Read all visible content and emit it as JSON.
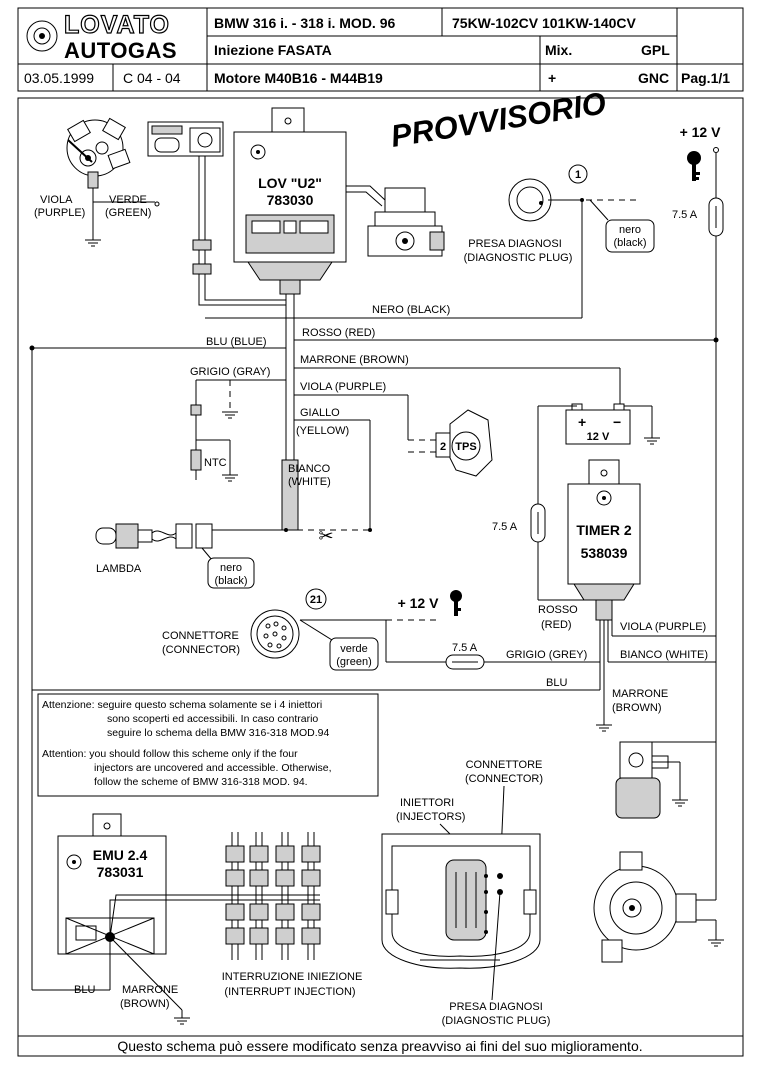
{
  "header": {
    "brand_top": "LOVATO",
    "brand_bottom": "AUTOGAS",
    "vehicle": "BMW  316 i. - 318 i.  MOD.  96",
    "power": "75KW-102CV 101KW-140CV",
    "injection": "Iniezione  FASATA",
    "mix": "Mix.",
    "fuel_gpl": "GPL",
    "date": "03.05.1999",
    "code": "C 04 - 04",
    "engine": "Motore M40B16 - M44B19",
    "plus": "+",
    "fuel_gnc": "GNC",
    "page": "Pag.1/1"
  },
  "stamp": "PROVVISORIO",
  "components": {
    "lov_name": "LOV \"U2\"",
    "lov_code": "783030",
    "timer_name": "TIMER 2",
    "timer_code": "538039",
    "emu_name": "EMU 2.4",
    "emu_code": "783031",
    "battery": "12 V",
    "battery_plus": "+",
    "battery_minus": "−",
    "tps": "TPS",
    "tps_pin": "2",
    "ntc": "NTC",
    "diag_number": "1",
    "connector_number": "21"
  },
  "labels": {
    "v12_top": "+ 12 V",
    "v12_mid": "+ 12 V",
    "fuse_top": "7.5 A",
    "fuse_timer": "7.5 A",
    "fuse_grey": "7.5 A",
    "viola_purple_1": "VIOLA",
    "viola_purple_2": "(PURPLE)",
    "verde_green_1": "VERDE",
    "verde_green_2": "(GREEN)",
    "presa_diagnosi_1": "PRESA DIAGNOSI",
    "presa_diagnosi_2": "(DIAGNOSTIC PLUG)",
    "nero_black_diag_1": "nero",
    "nero_black_diag_2": "(black)",
    "nero_black_wire": "NERO (BLACK)",
    "rosso_red_wire": "ROSSO (RED)",
    "blu_blue_wire": "BLU (BLUE)",
    "marrone_brown_wire": "MARRONE (BROWN)",
    "grigio_gray_wire": "GRIGIO (GRAY)",
    "viola_purple_wire": "VIOLA (PURPLE)",
    "giallo_1": "GIALLO",
    "giallo_2": "(YELLOW)",
    "bianco_1": "BIANCO",
    "bianco_2": "(WHITE)",
    "lambda": "LAMBDA",
    "nero_black_lambda_1": "nero",
    "nero_black_lambda_2": "(black)",
    "connettore_1": "CONNETTORE",
    "connettore_2": "(CONNECTOR)",
    "verde_green_conn_1": "verde",
    "verde_green_conn_2": "(green)",
    "rosso_red_timer_1": "ROSSO",
    "rosso_red_timer_2": "(RED)",
    "viola_purple_timer": "VIOLA (PURPLE)",
    "grigio_grey_timer": "GRIGIO (GREY)",
    "bianco_white_timer": "BIANCO (WHITE)",
    "blu_timer": "BLU",
    "marrone_timer_1": "MARRONE",
    "marrone_timer_2": "(BROWN)",
    "connettore_inj_1": "CONNETTORE",
    "connettore_inj_2": "(CONNECTOR)",
    "iniettori_1": "INIETTORI",
    "iniettori_2": "(INJECTORS)",
    "interruzione_1": "INTERRUZIONE INIEZIONE",
    "interruzione_2": "(INTERRUPT INJECTION)",
    "presa_diagnosi_b_1": "PRESA DIAGNOSI",
    "presa_diagnosi_b_2": "(DIAGNOSTIC PLUG)",
    "blu_emu": "BLU",
    "marrone_emu_1": "MARRONE",
    "marrone_emu_2": "(BROWN)"
  },
  "notice": {
    "it_1": "Attenzione: seguire questo schema solamente se i 4 iniettori",
    "it_2": "sono scoperti ed accessibili. In caso contrario",
    "it_3": "seguire lo schema della BMW  316-318  MOD.94",
    "en_1": "Attention: you should follow this scheme only if the four",
    "en_2": "injectors are uncovered and accessible. Otherwise,",
    "en_3": "follow the scheme of BMW 316-318  MOD. 94."
  },
  "footer": "Questo schema può essere modificato senza preavviso ai fini del suo miglioramento."
}
